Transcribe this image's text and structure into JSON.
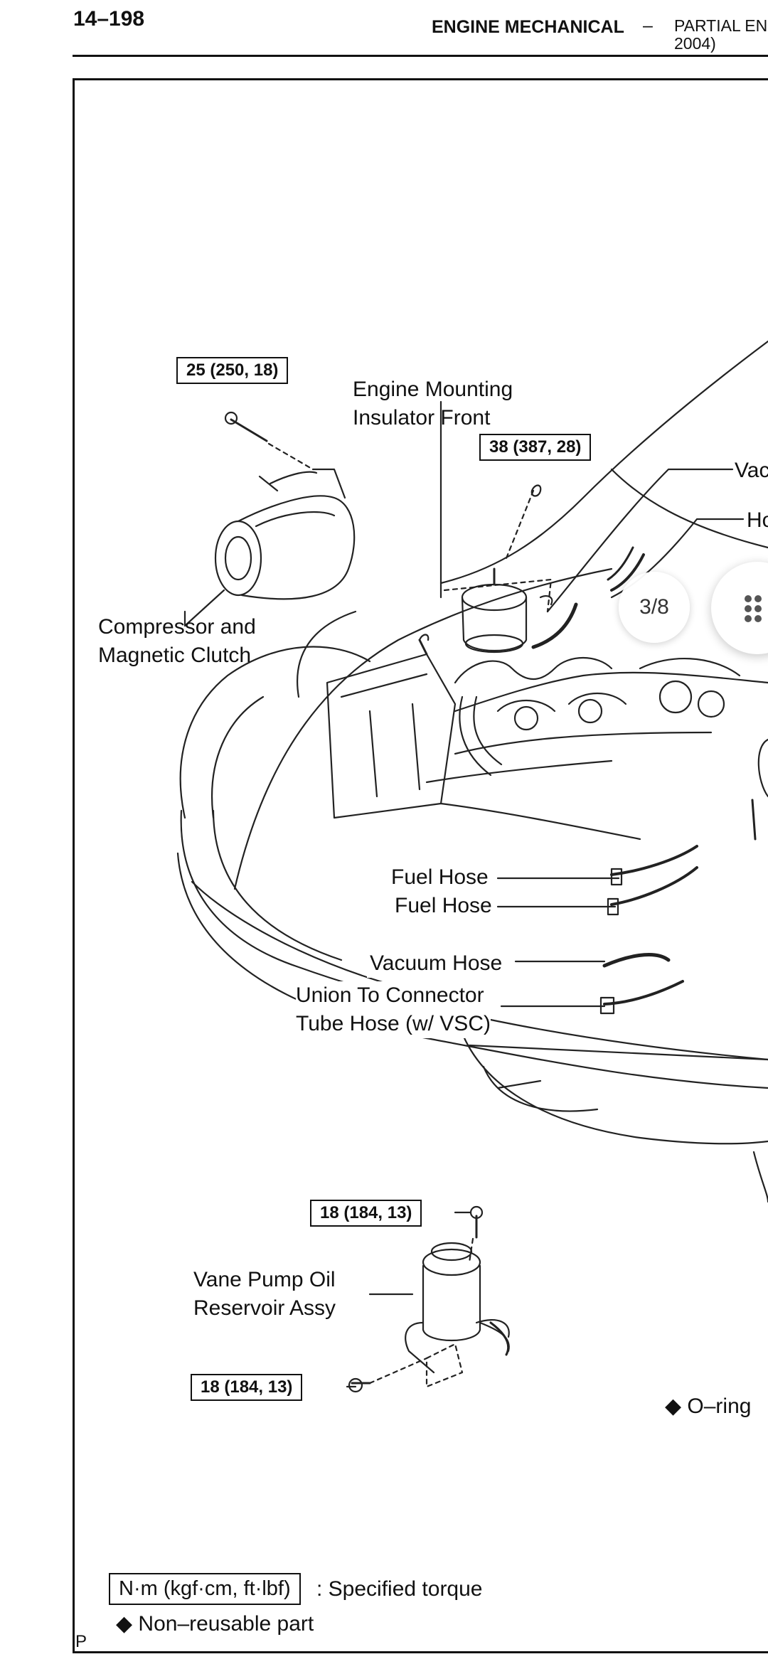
{
  "header": {
    "page_number": "14–198",
    "section_title": "ENGINE MECHANICAL",
    "section_dash": "–",
    "section_sub_line1": "PARTIAL EN",
    "section_sub_line2": "2004)"
  },
  "torque_specs": {
    "compressor_bolt": "25 (250, 18)",
    "mount_nut": "38 (387, 28)",
    "reservoir_top": "18 (184, 13)",
    "reservoir_bottom": "18 (184, 13)"
  },
  "labels": {
    "engine_mount_line1": "Engine Mounting",
    "engine_mount_line2": "Insulator Front",
    "compressor_line1": "Compressor and",
    "compressor_line2": "Magnetic Clutch",
    "vac_cut": "Vac",
    "ho_cut": "Ho",
    "fuel_hose_1": "Fuel Hose",
    "fuel_hose_2": "Fuel Hose",
    "vacuum_hose": "Vacuum Hose",
    "union_line1": "Union To Connector",
    "union_line2": "Tube Hose (w/ VSC)",
    "vane_line1": "Vane Pump Oil",
    "vane_line2": "Reservoir Assy",
    "oring": "◆ O–ring"
  },
  "legend": {
    "unit_box": "N·m (kgf·cm, ft·lbf)",
    "unit_text": ": Specified torque",
    "nonreusable": "◆ Non–reusable part",
    "corner": "P"
  },
  "viewer": {
    "page_indicator": "3/8",
    "menu_icon": "grid-dots-icon"
  }
}
